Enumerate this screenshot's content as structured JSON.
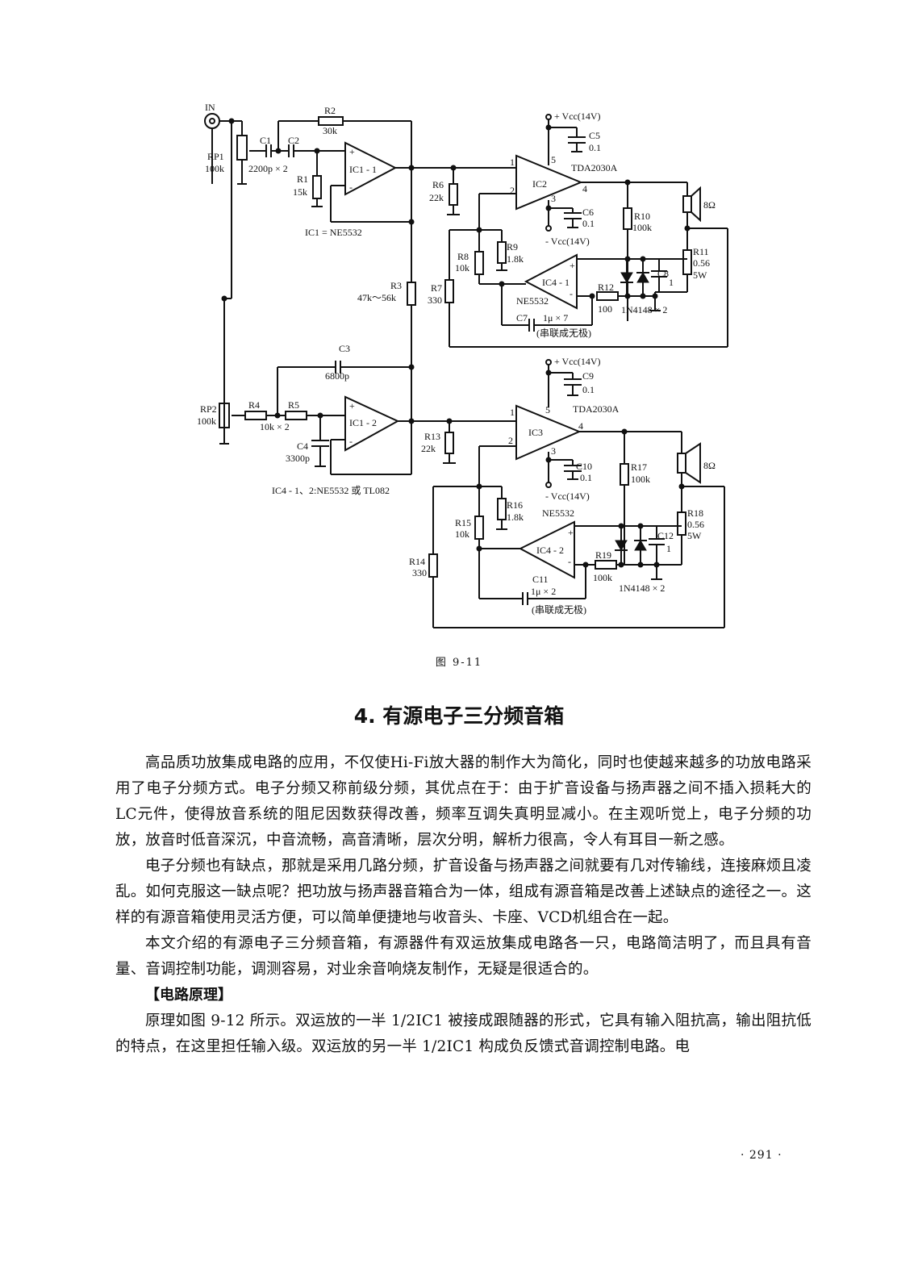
{
  "figure": {
    "caption": "图  9-11",
    "labels": {
      "in": "IN",
      "rp1": "RP1",
      "rp1_val": "100k",
      "c1": "C1",
      "c1_val": "2200p × 2",
      "c2": "C2",
      "r2": "R2",
      "r2_val": "30k",
      "r1": "R1",
      "r1_val": "15k",
      "ic1_1": "IC1 - 1",
      "ic1_note": "IC1 = NE5532",
      "r3": "R3",
      "r3_val": "47k～56k",
      "c3": "C3",
      "c3_val": "6800p",
      "rp2": "RP2",
      "rp2_val": "100k",
      "r4": "R4",
      "r5": "R5",
      "r45_val": "10k × 2",
      "c4": "C4",
      "c4_val": "3300p",
      "ic1_2": "IC1 - 2",
      "ic4_note": "IC4 - 1、2:NE5532 或 TL082",
      "vcc_top": "+ Vcc(14V)",
      "c5": "C5",
      "c5_val": "0.1",
      "ic2": "IC2",
      "tda_top": "TDA2030A",
      "r6": "R6",
      "r6_val": "22k",
      "c6": "C6",
      "c6_val": "0.1",
      "vneg_top": "- Vcc(14V)",
      "r10": "R10",
      "r10_val": "100k",
      "spk_top": "8Ω",
      "r11": "R11",
      "r11_val": "0.56",
      "r11_pw": "5W",
      "r8": "R8",
      "r8_val": "10k",
      "r9": "R9",
      "r9_val": "1.8k",
      "r7": "R7",
      "r7_val": "330",
      "ic4_1": "IC4 - 1",
      "ne5532_top": "NE5532",
      "r12": "R12",
      "r12_val": "100",
      "c8": "C8",
      "c8_val": "1",
      "d_top": "1N4148 × 2",
      "c7": "C7",
      "c7_val": "1μ × 7",
      "c7_note": "(串联成无极)",
      "vcc_bot": "+ Vcc(14V)",
      "c9": "C9",
      "c9_val": "0.1",
      "ic3": "IC3",
      "tda_bot": "TDA2030A",
      "r13": "R13",
      "r13_val": "22k",
      "c10": "C10",
      "c10_val": "0.1",
      "vneg_bot": "- Vcc(14V)",
      "r17": "R17",
      "r17_val": "100k",
      "spk_bot": "8Ω",
      "r18": "R18",
      "r18_val": "0.56",
      "r18_pw": "5W",
      "r16": "R16",
      "r16_val": "1.8k",
      "ne5532_bot": "NE5532",
      "r15": "R15",
      "r15_val": "10k",
      "r14": "R14",
      "r14_val": "330",
      "ic4_2": "IC4 - 2",
      "r19": "R19",
      "r19_val": "100k",
      "c12": "C12",
      "c12_val": "1",
      "d_bot": "1N4148 × 2",
      "c11": "C11",
      "c11_val": "1μ × 2",
      "c11_note": "(串联成无极)",
      "pin1": "1",
      "pin2": "2",
      "pin3": "3",
      "pin4": "4",
      "pin5": "5",
      "plus": "+",
      "minus": "-"
    }
  },
  "section": {
    "title": "4. 有源电子三分频音箱",
    "paragraphs": [
      "高品质功放集成电路的应用，不仅使Hi-Fi放大器的制作大为简化，同时也使越来越多的功放电路采用了电子分频方式。电子分频又称前级分频，其优点在于：由于扩音设备与扬声器之间不插入损耗大的LC元件，使得放音系统的阻尼因数获得改善，频率互调失真明显减小。在主观听觉上，电子分频的功放，放音时低音深沉，中音流畅，高音清晰，层次分明，解析力很高，令人有耳目一新之感。",
      "电子分频也有缺点，那就是采用几路分频，扩音设备与扬声器之间就要有几对传输线，连接麻烦且凌乱。如何克服这一缺点呢？把功放与扬声器音箱合为一体，组成有源音箱是改善上述缺点的途径之一。这样的有源音箱使用灵活方便，可以简单便捷地与收音头、卡座、VCD机组合在一起。",
      "本文介绍的有源电子三分频音箱，有源器件有双运放集成电路各一只，电路简洁明了，而且具有音量、音调控制功能，调测容易，对业余音响烧友制作，无疑是很适合的。"
    ],
    "subheading": "【电路原理】",
    "paragraph4": "原理如图 9-12 所示。双运放的一半 1/2IC1 被接成跟随器的形式，它具有输入阻抗高，输出阻抗低的特点，在这里担任输入级。双运放的另一半 1/2IC1 构成负反馈式音调控制电路。电"
  },
  "page_number": "· 291 ·"
}
